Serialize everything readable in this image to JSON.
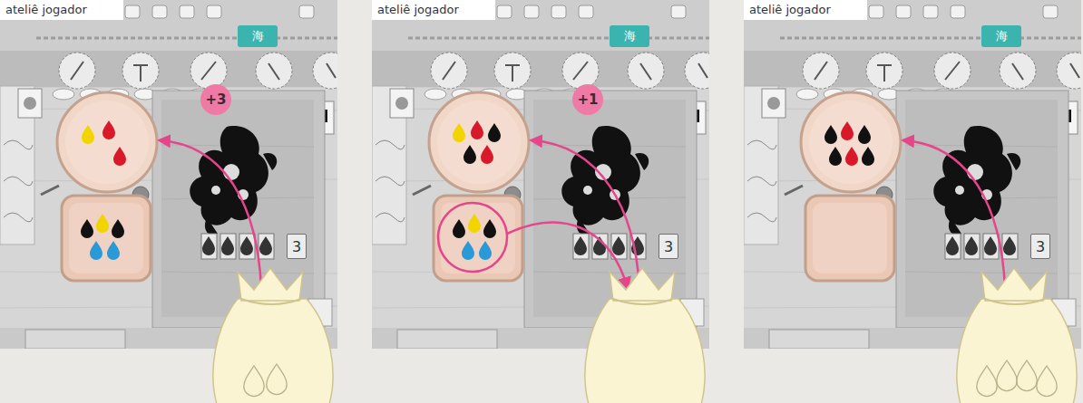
{
  "diagram": {
    "nodes": [
      {
        "text": [
          "ateliê jogador"
        ]
      },
      {
        "text": [
          "海"
        ],
        "in": 0
      },
      {
        "text": [
          "+3"
        ],
        "in": 0
      },
      {
        "text": [
          "3"
        ],
        "in": 0
      },
      {
        "text": [
          "ateliê jogador"
        ]
      },
      {
        "text": [
          "海"
        ],
        "in": 4
      },
      {
        "text": [
          "+1"
        ],
        "in": 4
      },
      {
        "text": [
          "3"
        ],
        "in": 4
      },
      {
        "text": [
          "ateliê jogador"
        ]
      },
      {
        "text": [
          "海"
        ],
        "in": 8
      },
      {
        "text": [
          "3"
        ],
        "in": 8
      }
    ]
  }
}
